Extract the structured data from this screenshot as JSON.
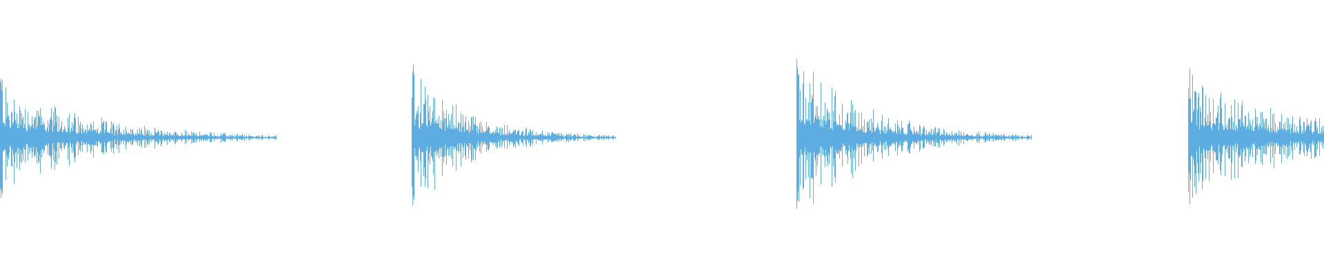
{
  "chart_data": {
    "type": "waveform",
    "title": "",
    "xlabel": "",
    "ylabel": "",
    "ylim": [
      -1,
      1
    ],
    "grid": false,
    "color": "#5dade2",
    "bursts": [
      {
        "peak_amplitude": 0.43
      },
      {
        "peak_amplitude": 0.52
      },
      {
        "peak_amplitude": 0.6
      },
      {
        "peak_amplitude": 0.45
      }
    ]
  }
}
